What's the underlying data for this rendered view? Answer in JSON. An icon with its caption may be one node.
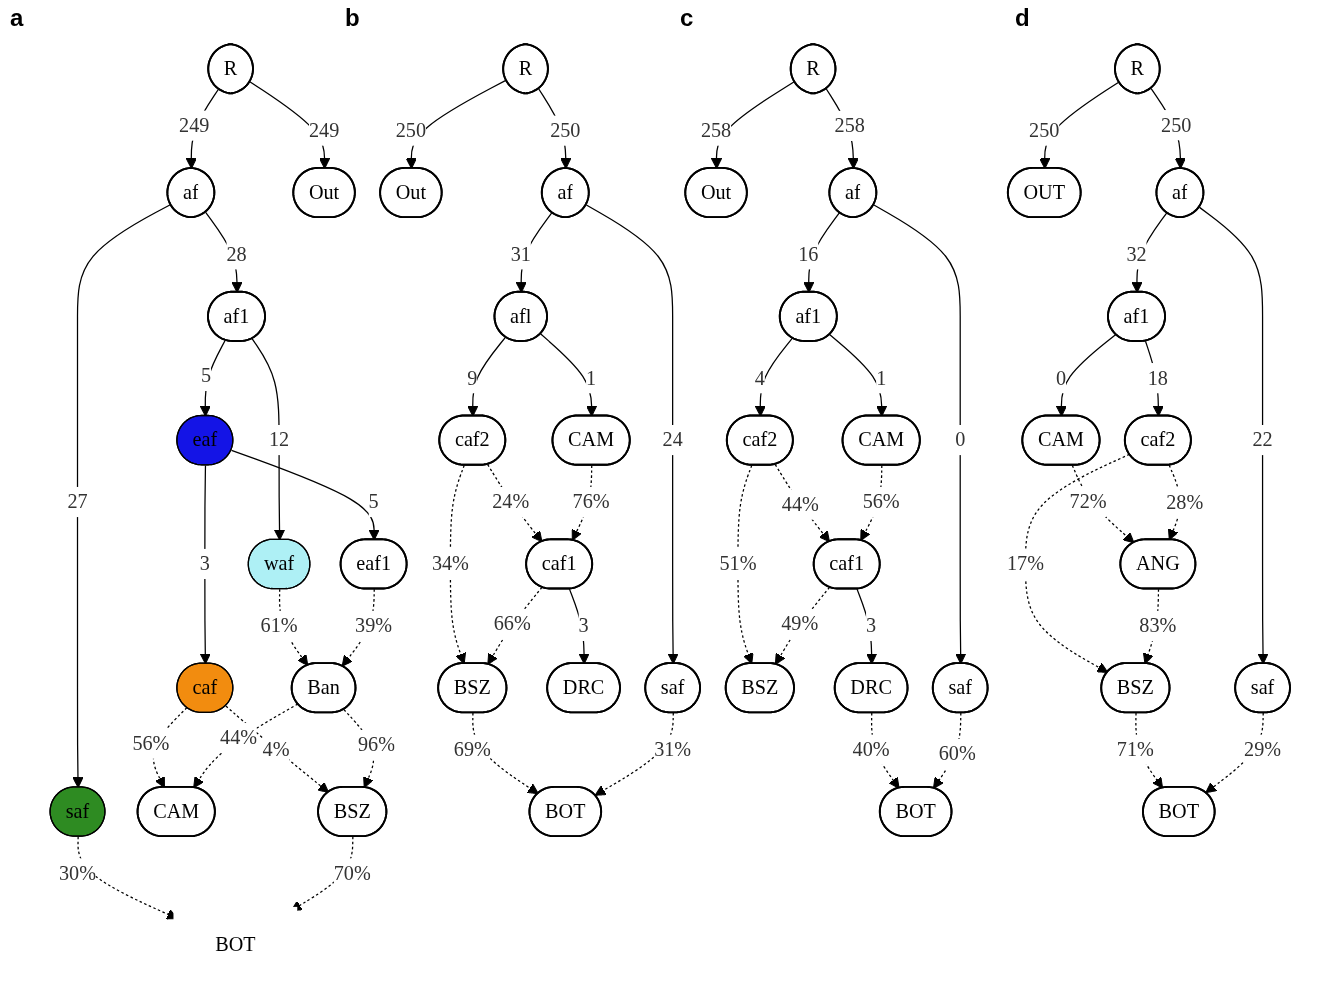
{
  "diagram": {
    "nodes": [
      {
        "text": [
          "R"
        ]
      },
      {
        "text": [
          "af"
        ]
      },
      {
        "text": [
          "Out"
        ]
      },
      {
        "text": [
          "saf"
        ]
      },
      {
        "text": [
          "af1"
        ]
      },
      {
        "text": [
          "eaf"
        ]
      },
      {
        "text": [
          "waf"
        ]
      },
      {
        "text": [
          "eaf1"
        ]
      },
      {
        "text": [
          "caf"
        ]
      },
      {
        "text": [
          "Ban"
        ]
      },
      {
        "text": [
          "CAM"
        ]
      },
      {
        "text": [
          "BSZ"
        ]
      },
      {
        "text": [
          "BOT"
        ]
      },
      {
        "text": [
          "R"
        ]
      },
      {
        "text": [
          "Out"
        ]
      },
      {
        "text": [
          "af"
        ]
      },
      {
        "text": [
          "afl"
        ]
      },
      {
        "text": [
          "saf"
        ]
      },
      {
        "text": [
          "caf2"
        ]
      },
      {
        "text": [
          "CAM"
        ]
      },
      {
        "text": [
          "caf1"
        ]
      },
      {
        "text": [
          "BSZ"
        ]
      },
      {
        "text": [
          "DRC"
        ]
      },
      {
        "text": [
          "BOT"
        ]
      },
      {
        "text": [
          "R"
        ]
      },
      {
        "text": [
          "Out"
        ]
      },
      {
        "text": [
          "af"
        ]
      },
      {
        "text": [
          "af1"
        ]
      },
      {
        "text": [
          "saf"
        ]
      },
      {
        "text": [
          "caf2"
        ]
      },
      {
        "text": [
          "CAM"
        ]
      },
      {
        "text": [
          "caf1"
        ]
      },
      {
        "text": [
          "BSZ"
        ]
      },
      {
        "text": [
          "DRC"
        ]
      },
      {
        "text": [
          "BOT"
        ]
      },
      {
        "text": [
          "R"
        ]
      },
      {
        "text": [
          "OUT"
        ]
      },
      {
        "text": [
          "af"
        ]
      },
      {
        "text": [
          "af1"
        ]
      },
      {
        "text": [
          "saf"
        ]
      },
      {
        "text": [
          "CAM"
        ]
      },
      {
        "text": [
          "caf2"
        ]
      },
      {
        "text": [
          "ANG"
        ]
      },
      {
        "text": [
          "BSZ"
        ]
      },
      {
        "text": [
          "BOT"
        ]
      }
    ],
    "edges": [
      {
        "from": 0,
        "to": 1,
        "arrow": "to",
        "label": "249"
      },
      {
        "from": 0,
        "to": 2,
        "arrow": "to",
        "label": "249"
      },
      {
        "from": 1,
        "to": 3,
        "arrow": "to",
        "label": "27"
      },
      {
        "from": 1,
        "to": 4,
        "arrow": "to",
        "label": "28"
      },
      {
        "from": 4,
        "to": 5,
        "arrow": "to",
        "label": "5"
      },
      {
        "from": 4,
        "to": 6,
        "arrow": "to",
        "label": "12"
      },
      {
        "from": 5,
        "to": 8,
        "arrow": "to",
        "label": "3"
      },
      {
        "from": 5,
        "to": 7,
        "arrow": "to",
        "label": "5"
      },
      {
        "from": 6,
        "to": 9,
        "arrow": "to",
        "label": "61%",
        "style": "dashed"
      },
      {
        "from": 7,
        "to": 9,
        "arrow": "to",
        "label": "39%",
        "style": "dashed"
      },
      {
        "from": 8,
        "to": 10,
        "arrow": "to",
        "label": "56%",
        "style": "dashed"
      },
      {
        "from": 8,
        "to": 11,
        "arrow": "to",
        "label": "4%",
        "style": "dashed"
      },
      {
        "from": 9,
        "to": 10,
        "arrow": "to",
        "label": "44%",
        "style": "dashed"
      },
      {
        "from": 9,
        "to": 11,
        "arrow": "to",
        "label": "96%",
        "style": "dashed"
      },
      {
        "from": 3,
        "to": 12,
        "arrow": "to",
        "label": "30%",
        "style": "dashed"
      },
      {
        "from": 11,
        "to": 12,
        "arrow": "to",
        "label": "70%",
        "style": "dashed"
      },
      {
        "from": 13,
        "to": 14,
        "arrow": "to",
        "label": "250"
      },
      {
        "from": 13,
        "to": 15,
        "arrow": "to",
        "label": "250"
      },
      {
        "from": 15,
        "to": 16,
        "arrow": "to",
        "label": "31"
      },
      {
        "from": 15,
        "to": 17,
        "arrow": "to",
        "label": "24"
      },
      {
        "from": 16,
        "to": 18,
        "arrow": "to",
        "label": "9"
      },
      {
        "from": 16,
        "to": 19,
        "arrow": "to",
        "label": "1"
      },
      {
        "from": 18,
        "to": 20,
        "arrow": "to",
        "label": "24%",
        "style": "dashed"
      },
      {
        "from": 19,
        "to": 20,
        "arrow": "to",
        "label": "76%",
        "style": "dashed"
      },
      {
        "from": 18,
        "to": 21,
        "arrow": "to",
        "label": "34%",
        "style": "dashed"
      },
      {
        "from": 20,
        "to": 21,
        "arrow": "to",
        "label": "66%",
        "style": "dashed"
      },
      {
        "from": 20,
        "to": 22,
        "arrow": "to",
        "label": "3"
      },
      {
        "from": 21,
        "to": 23,
        "arrow": "to",
        "label": "69%",
        "style": "dashed"
      },
      {
        "from": 17,
        "to": 23,
        "arrow": "to",
        "label": "31%",
        "style": "dashed"
      },
      {
        "from": 24,
        "to": 25,
        "arrow": "to",
        "label": "258"
      },
      {
        "from": 24,
        "to": 26,
        "arrow": "to",
        "label": "258"
      },
      {
        "from": 26,
        "to": 27,
        "arrow": "to",
        "label": "16"
      },
      {
        "from": 26,
        "to": 28,
        "arrow": "to",
        "label": "0"
      },
      {
        "from": 27,
        "to": 29,
        "arrow": "to",
        "label": "4"
      },
      {
        "from": 27,
        "to": 30,
        "arrow": "to",
        "label": "1"
      },
      {
        "from": 29,
        "to": 31,
        "arrow": "to",
        "label": "44%",
        "style": "dashed"
      },
      {
        "from": 30,
        "to": 31,
        "arrow": "to",
        "label": "56%",
        "style": "dashed"
      },
      {
        "from": 29,
        "to": 32,
        "arrow": "to",
        "label": "51%",
        "style": "dashed"
      },
      {
        "from": 31,
        "to": 32,
        "arrow": "to",
        "label": "49%",
        "style": "dashed"
      },
      {
        "from": 31,
        "to": 33,
        "arrow": "to",
        "label": "3"
      },
      {
        "from": 33,
        "to": 34,
        "arrow": "to",
        "label": "40%",
        "style": "dashed"
      },
      {
        "from": 28,
        "to": 34,
        "arrow": "to",
        "label": "60%",
        "style": "dashed"
      },
      {
        "from": 35,
        "to": 36,
        "arrow": "to",
        "label": "250"
      },
      {
        "from": 35,
        "to": 37,
        "arrow": "to",
        "label": "250"
      },
      {
        "from": 37,
        "to": 38,
        "arrow": "to",
        "label": "32"
      },
      {
        "from": 37,
        "to": 39,
        "arrow": "to",
        "label": "22"
      },
      {
        "from": 38,
        "to": 40,
        "arrow": "to",
        "label": "0"
      },
      {
        "from": 38,
        "to": 41,
        "arrow": "to",
        "label": "18"
      },
      {
        "from": 40,
        "to": 42,
        "arrow": "to",
        "label": "72%",
        "style": "dashed"
      },
      {
        "from": 41,
        "to": 42,
        "arrow": "to",
        "label": "28%",
        "style": "dashed"
      },
      {
        "from": 41,
        "to": 43,
        "arrow": "to",
        "label": "17%",
        "style": "dashed"
      },
      {
        "from": 42,
        "to": 43,
        "arrow": "to",
        "label": "83%",
        "style": "dashed"
      },
      {
        "from": 43,
        "to": 44,
        "arrow": "to",
        "label": "71%",
        "style": "dashed"
      },
      {
        "from": 39,
        "to": 44,
        "arrow": "to",
        "label": "29%",
        "style": "dashed"
      }
    ],
    "labels": [
      "a",
      "b",
      "c",
      "d"
    ]
  }
}
